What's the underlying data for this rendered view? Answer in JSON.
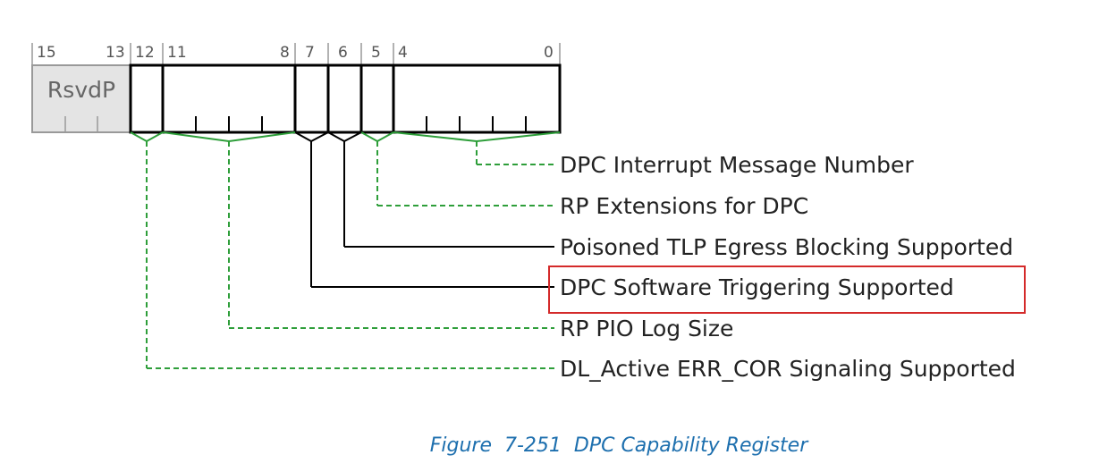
{
  "register": {
    "bit_numbers": {
      "b15": "15",
      "b13": "13",
      "b12": "12",
      "b11": "11",
      "b8": "8",
      "b7": "7",
      "b6": "6",
      "b5": "5",
      "b4": "4",
      "b0": "0"
    },
    "reserved_label": "RsvdP"
  },
  "fields": [
    {
      "label": "DPC Interrupt Message Number",
      "bits": "4:0",
      "highlighted": false
    },
    {
      "label": "RP Extensions for DPC",
      "bits": "5",
      "highlighted": false
    },
    {
      "label": "Poisoned TLP Egress Blocking Supported",
      "bits": "6",
      "highlighted": false
    },
    {
      "label": "DPC Software Triggering Supported",
      "bits": "7",
      "highlighted": true
    },
    {
      "label": "RP PIO Log Size",
      "bits": "11:8",
      "highlighted": false
    },
    {
      "label": "DL_Active ERR_COR Signaling Supported",
      "bits": "12",
      "highlighted": false
    }
  ],
  "caption": "Figure  7-251  DPC Capability Register",
  "colors": {
    "green_leader": "#2e9e3a",
    "black_leader": "#000000",
    "highlight_box": "#d42a2a",
    "reserved_fill": "#e4e4e4",
    "caption": "#1d6fae"
  }
}
